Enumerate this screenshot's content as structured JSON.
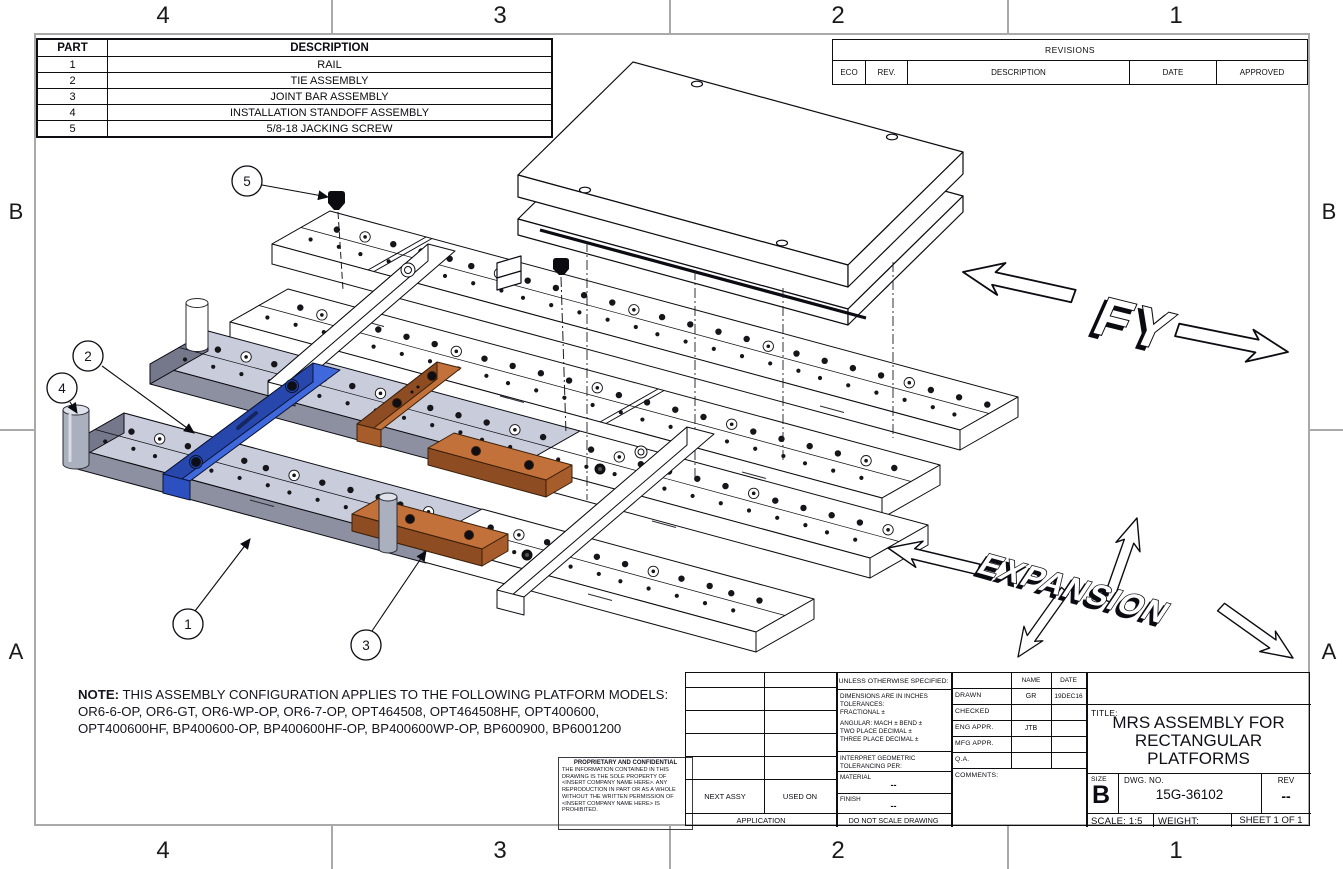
{
  "sheet": {
    "zones_top": [
      "4",
      "3",
      "2",
      "1"
    ],
    "zones_bottom": [
      "4",
      "3",
      "2",
      "1"
    ],
    "zones_left": [
      "B",
      "A"
    ],
    "zones_right": [
      "B",
      "A"
    ]
  },
  "parts_table": {
    "headers": [
      "PART",
      "DESCRIPTION"
    ],
    "rows": [
      [
        "1",
        "RAIL"
      ],
      [
        "2",
        "TIE ASSEMBLY"
      ],
      [
        "3",
        "JOINT BAR ASSEMBLY"
      ],
      [
        "4",
        "INSTALLATION STANDOFF ASSEMBLY"
      ],
      [
        "5",
        "5/8-18 JACKING SCREW"
      ]
    ]
  },
  "revisions_table": {
    "title": "REVISIONS",
    "headers": [
      "ECO",
      "REV.",
      "DESCRIPTION",
      "DATE",
      "APPROVED"
    ]
  },
  "drawing": {
    "balloons": [
      {
        "number": "1"
      },
      {
        "number": "2"
      },
      {
        "number": "3"
      },
      {
        "number": "4"
      },
      {
        "number": "5"
      }
    ],
    "labels": {
      "fy": "FY",
      "expansion": "EXPANSION"
    },
    "colors": {
      "tie_bar_blue": "#3a62d9",
      "joint_bar_orange": "#c2713a",
      "rail_gray_top": "#c9ccda",
      "rail_gray_front": "#8d90a0"
    }
  },
  "note": {
    "label": "NOTE:",
    "line1": " THIS ASSEMBLY CONFIGURATION APPLIES TO THE FOLLOWING PLATFORM MODELS:",
    "line2": "OR6-6-OP, OR6-GT, OR6-WP-OP, OR6-7-OP, OPT464508, OPT464508HF, OPT400600,",
    "line3": "OPT400600HF, BP400600-OP, BP400600HF-OP, BP400600WP-OP, BP600900, BP6001200"
  },
  "proprietary": {
    "title": "PROPRIETARY AND CONFIDENTIAL",
    "body": "THE INFORMATION CONTAINED IN THIS DRAWING IS THE SOLE PROPERTY OF <INSERT COMPANY NAME HERE>.  ANY REPRODUCTION IN PART OR AS A WHOLE WITHOUT THE WRITTEN PERMISSION OF <INSERT COMPANY NAME HERE> IS PROHIBITED."
  },
  "title_block": {
    "unless": "UNLESS OTHERWISE SPECIFIED:",
    "tol_lines": [
      "DIMENSIONS ARE IN INCHES",
      "TOLERANCES:",
      "FRACTIONAL ±",
      "ANGULAR: MACH ±   BEND ±",
      "TWO PLACE DECIMAL    ±",
      "THREE PLACE DECIMAL  ±"
    ],
    "interpret1": "INTERPRET GEOMETRIC",
    "interpret2": "TOLERANCING PER:",
    "material_label": "MATERIAL",
    "material_value": "--",
    "finish_label": "FINISH",
    "finish_value": "--",
    "do_not_scale": "DO NOT SCALE DRAWING",
    "next_assy": "NEXT ASSY",
    "used_on": "USED ON",
    "application": "APPLICATION",
    "name_header": "NAME",
    "date_header": "DATE",
    "rows": [
      {
        "label": "DRAWN",
        "name": "GR",
        "date": "19DEC16"
      },
      {
        "label": "CHECKED",
        "name": "",
        "date": ""
      },
      {
        "label": "ENG APPR.",
        "name": "JTB",
        "date": ""
      },
      {
        "label": "MFG APPR.",
        "name": "",
        "date": ""
      },
      {
        "label": "Q.A.",
        "name": "",
        "date": ""
      }
    ],
    "comments": "COMMENTS:",
    "title_label": "TITLE:",
    "title_line1": "MRS ASSEMBLY FOR",
    "title_line2": "RECTANGULAR",
    "title_line3": "PLATFORMS",
    "size_label": "SIZE",
    "size": "B",
    "dwg_label": "DWG. NO.",
    "dwg_no": "15G-36102",
    "rev_label": "REV",
    "rev": "--",
    "scale": "SCALE: 1:5",
    "weight": "WEIGHT:",
    "sheet": "SHEET 1 OF 1"
  }
}
